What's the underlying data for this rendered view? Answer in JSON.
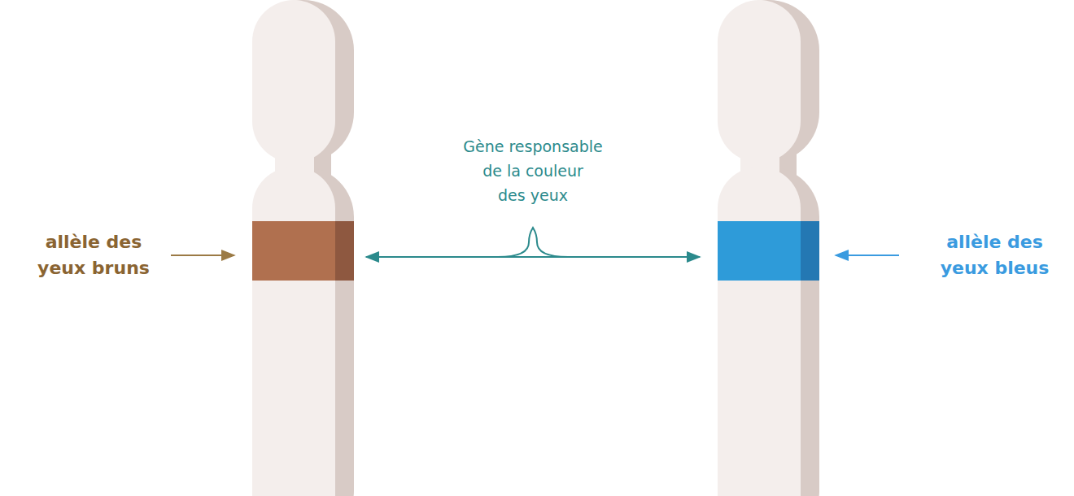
{
  "diagram": {
    "labels": [
      "allèle des yeux bruns",
      "Gène responsable de la couleur des yeux",
      "allèle des yeux bleus"
    ]
  }
}
